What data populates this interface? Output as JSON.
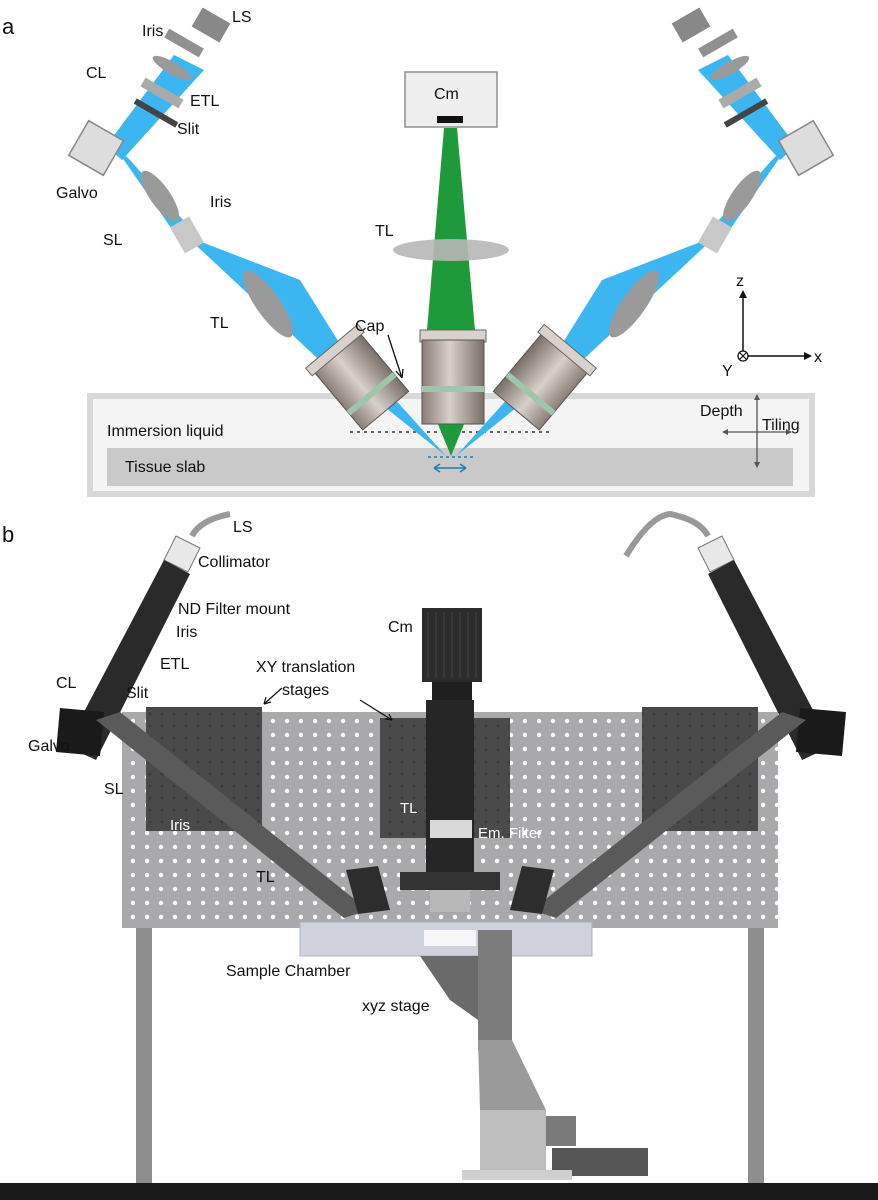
{
  "panel_a": {
    "letter": "a",
    "labels": {
      "ls": "LS",
      "iris_top": "Iris",
      "cl": "CL",
      "etl": "ETL",
      "slit": "Slit",
      "galvo": "Galvo",
      "sl": "SL",
      "iris_mid": "Iris",
      "tl_left": "TL",
      "tl_center": "TL",
      "cap": "Cap",
      "cm": "Cm",
      "immersion": "Immersion liquid",
      "tissue": "Tissue slab",
      "depth": "Depth",
      "tiling": "Tiling"
    },
    "axes": {
      "z": "z",
      "x": "x",
      "y": "Y"
    },
    "colors": {
      "beam": "#3bb6f0",
      "emission": "#1f9a3a",
      "chamber_border": "#d8d8d8",
      "tissue": "#c9c9c9"
    }
  },
  "panel_b": {
    "letter": "b",
    "labels": {
      "ls": "LS",
      "collimator": "Collimator",
      "nd_filter": "ND Filter mount",
      "iris_top": "Iris",
      "etl": "ETL",
      "cl": "CL",
      "slit": "Slit",
      "galvo": "Galvo",
      "sl": "SL",
      "iris_board": "Iris",
      "tl_left": "TL",
      "cm": "Cm",
      "xy_stages_1": "XY translation",
      "xy_stages_2": "stages",
      "tl_center": "TL",
      "em_filter": "Em. Filter",
      "sample_chamber": "Sample Chamber",
      "xyz_stage": "xyz stage"
    },
    "colors": {
      "breadboard": "#a9a9ab",
      "frame_dark": "#2a2a2a",
      "post": "#8e8e8e",
      "chamber": "#cfd1dc"
    }
  }
}
